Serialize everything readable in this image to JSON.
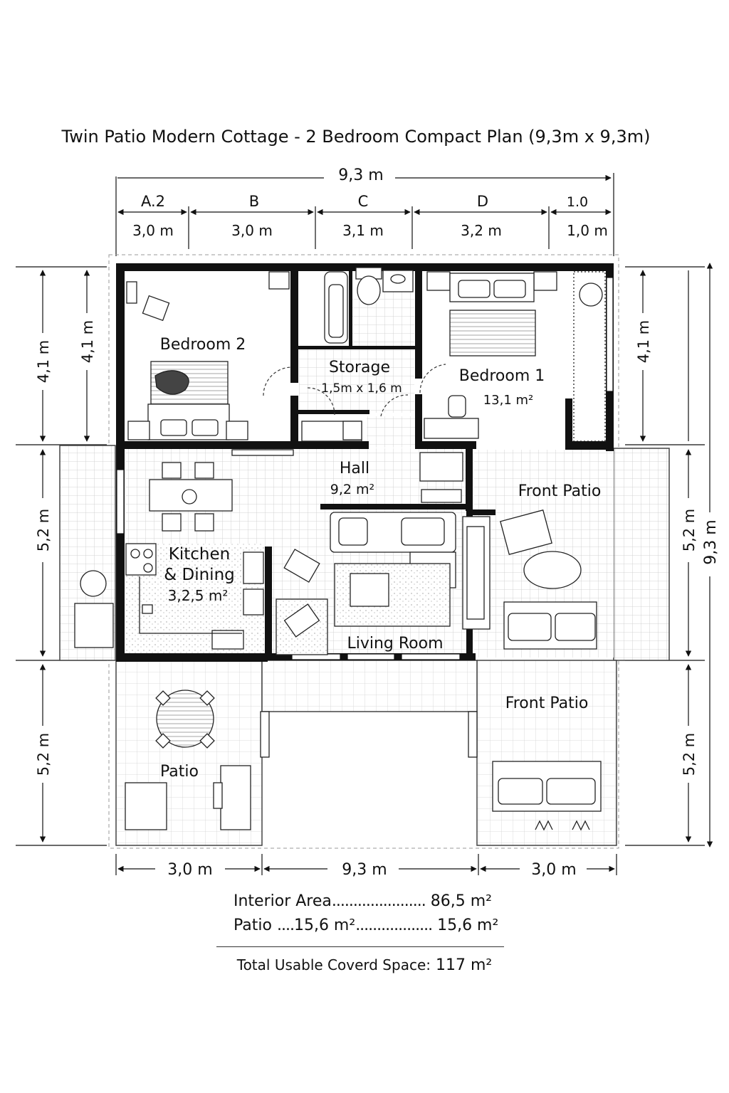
{
  "title": "Twin Patio Modern Cottage - 2 Bedroom Compact Plan (9,3m x 9,3m)",
  "dimensions": {
    "top_total": "9,3 m",
    "columns": [
      {
        "letter": "A.2",
        "size": "3,0 m"
      },
      {
        "letter": "B",
        "size": "3,0 m"
      },
      {
        "letter": "C",
        "size": "3,1 m"
      },
      {
        "letter": "D",
        "size": "3,2 m"
      },
      {
        "letter": "1.0",
        "size": "1,0 m"
      }
    ],
    "left_outer": [
      "4,1 m",
      "5,2 m",
      "5,2 m"
    ],
    "left_inner": "4,1 m",
    "right_inner": [
      "4,1 m",
      "5,2 m",
      "5,2 m"
    ],
    "right_total": "9,3 m",
    "bottom": [
      "3,0 m",
      "9,3 m",
      "3,0 m"
    ]
  },
  "rooms": {
    "bedroom2": {
      "name": "Bedroom 2"
    },
    "storage": {
      "name": "Storage",
      "size": "1,5m x 1,6 m"
    },
    "bedroom1": {
      "name": "Bedroom 1",
      "area": "13,1 m²"
    },
    "hall": {
      "name": "Hall",
      "area": "9,2 m²"
    },
    "kitchen": {
      "name_line1": "Kitchen",
      "name_line2": "& Dining",
      "area": "3,2,5 m²"
    },
    "living": {
      "name": "Living Room"
    },
    "front_patio_upper": {
      "name": "Front Patio"
    },
    "front_patio_lower": {
      "name": "Front Patio"
    },
    "patio": {
      "name": "Patio"
    }
  },
  "summary": {
    "interior_label": "Interior Area",
    "interior_dots": "......................",
    "interior_value": "86,5 m²",
    "patio_label": "Patio",
    "patio_dots1": "....",
    "patio_mid": "15,6 m²",
    "patio_dots2": "..................",
    "patio_value": "15,6 m²",
    "total_label": "Total Usable Coverd Space:",
    "total_value": "117 m²"
  }
}
